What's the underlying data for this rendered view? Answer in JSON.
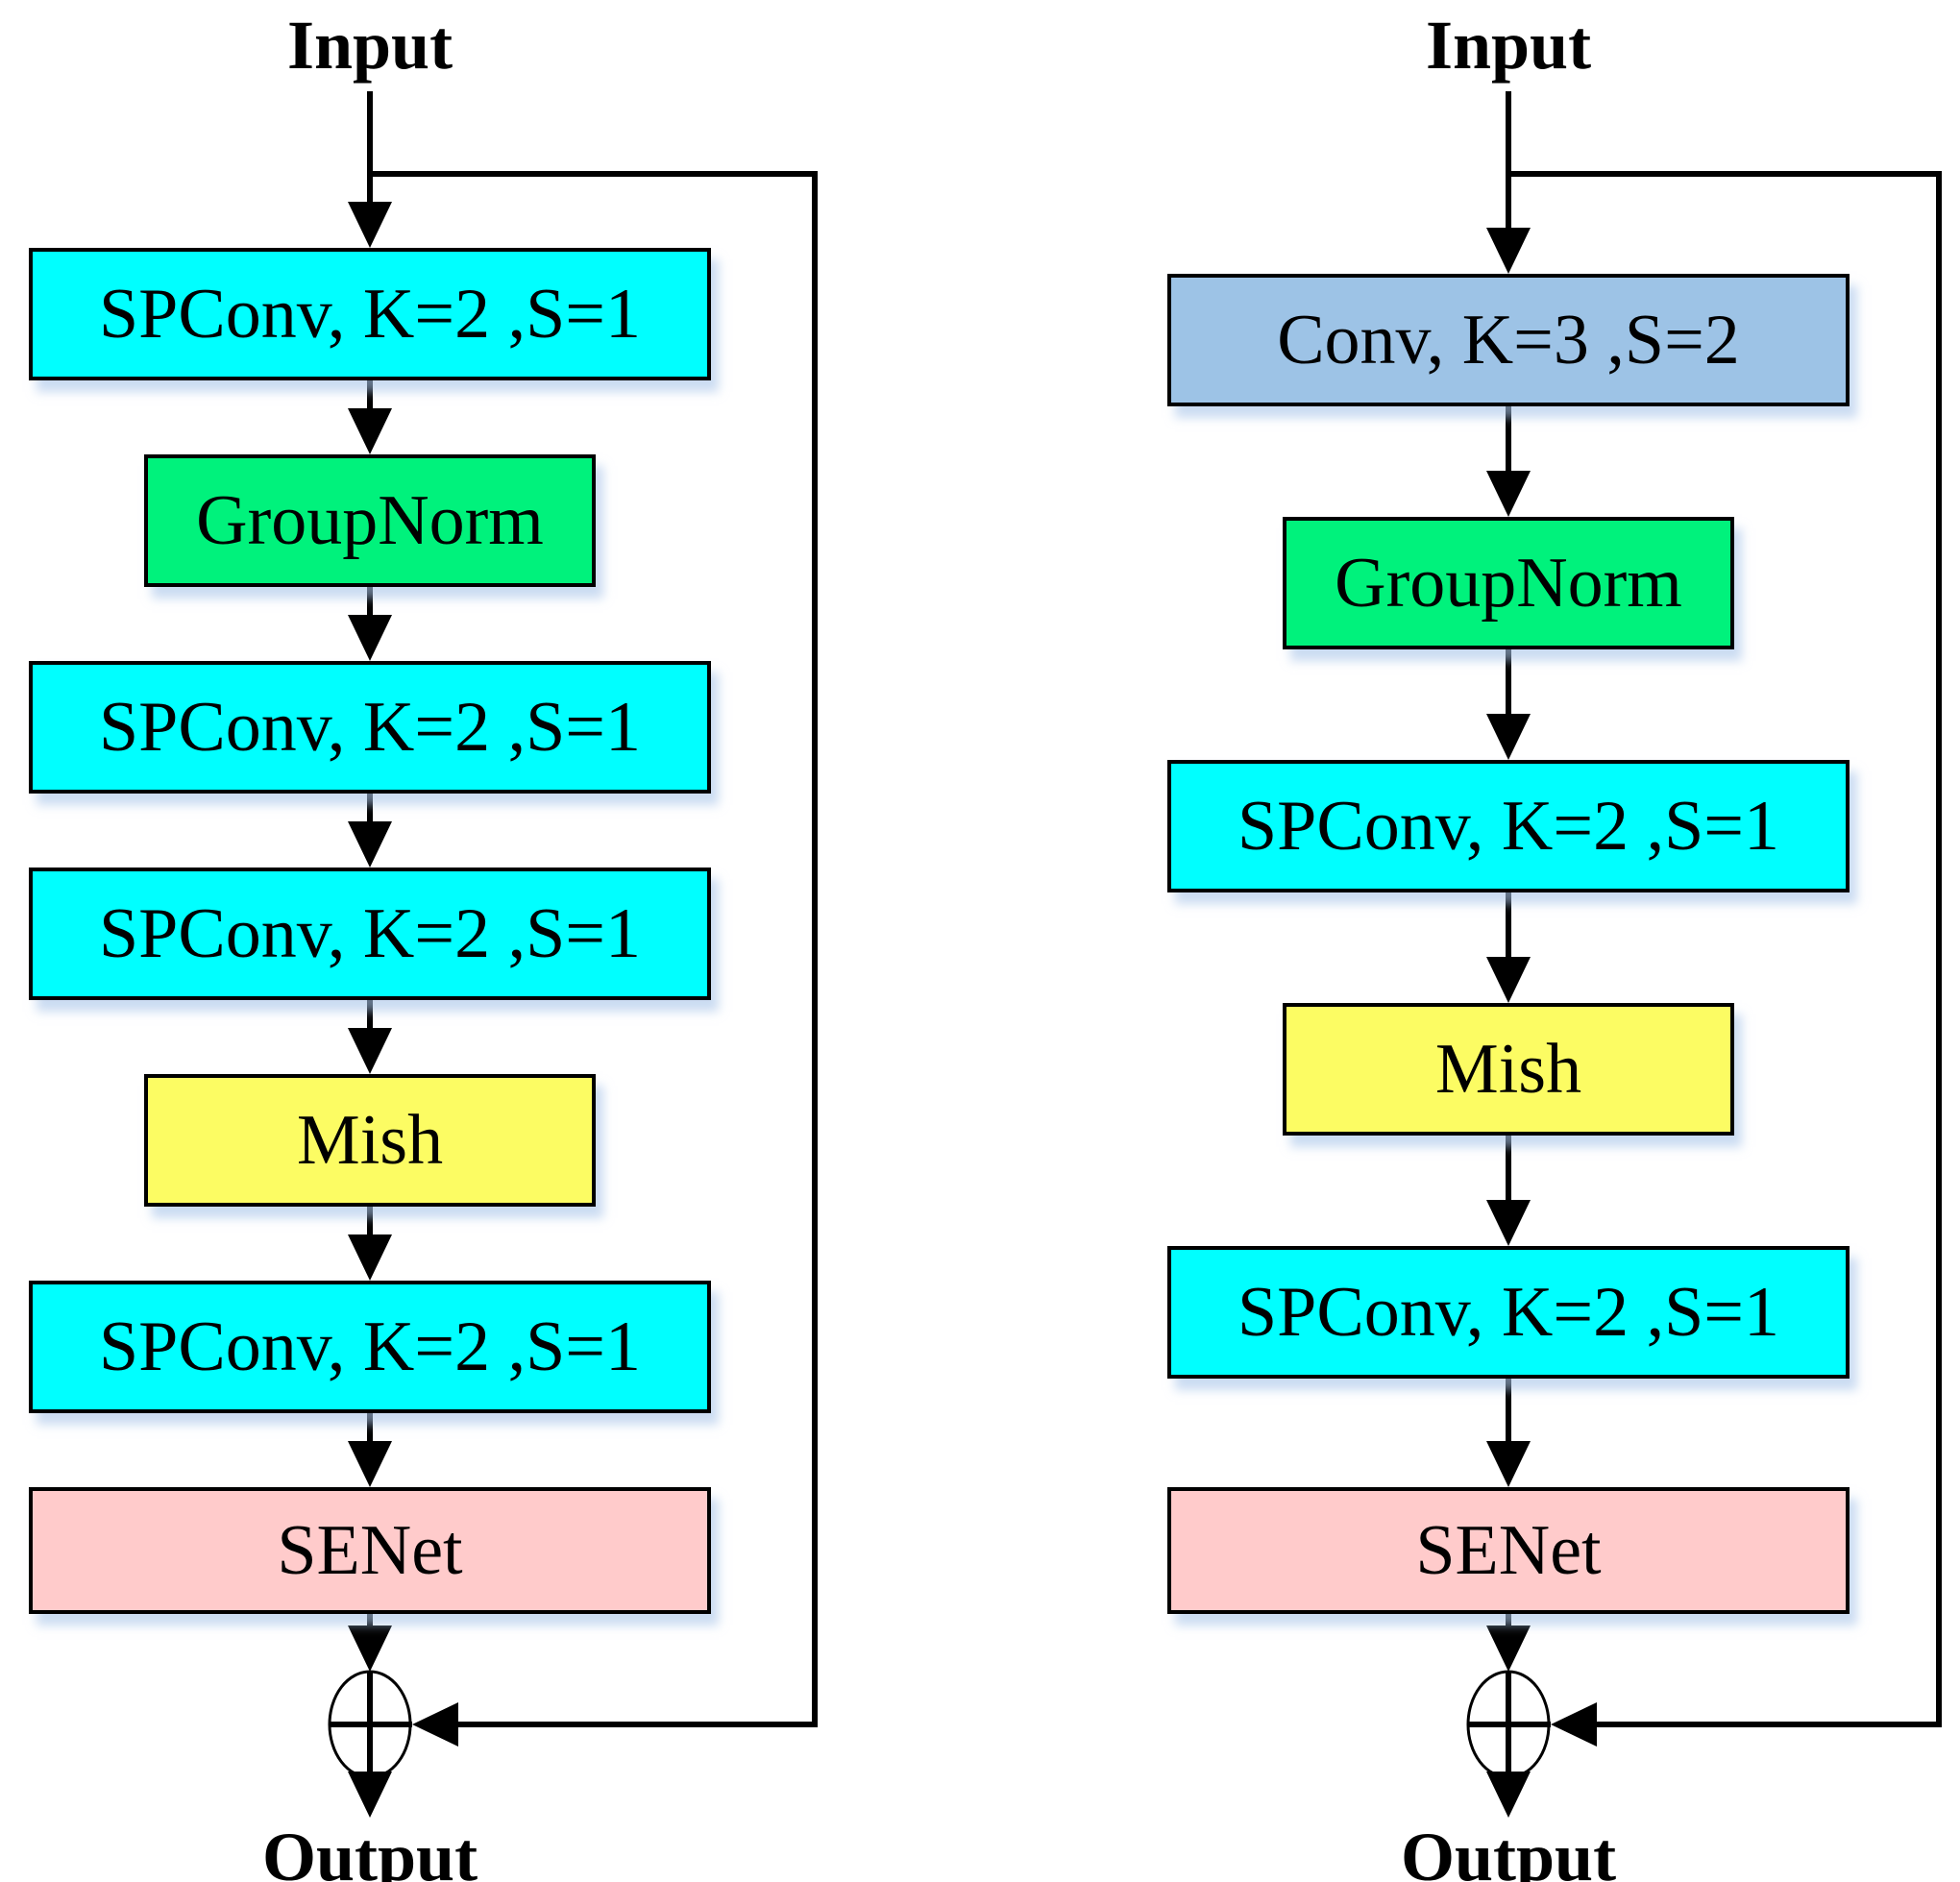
{
  "figure": {
    "type": "residual-block-flow-diagram",
    "line_color": "#000000",
    "panels": [
      {
        "input_label": "Input",
        "output_label": "Output",
        "merge_operator": "circle-plus",
        "blocks": [
          {
            "label": "SPConv, K=2 ,S=1",
            "color": "#00FFFF"
          },
          {
            "label": "GroupNorm",
            "color": "#00F27C"
          },
          {
            "label": "SPConv, K=2 ,S=1",
            "color": "#00FFFF"
          },
          {
            "label": "SPConv, K=2 ,S=1",
            "color": "#00FFFF"
          },
          {
            "label": "Mish",
            "color": "#FCFC63"
          },
          {
            "label": "SPConv, K=2 ,S=1",
            "color": "#00FFFF"
          },
          {
            "label": "SENet",
            "color": "#FFCBCB"
          }
        ]
      },
      {
        "input_label": "Input",
        "output_label": "Output",
        "merge_operator": "circle-plus",
        "blocks": [
          {
            "label": "Conv, K=3 ,S=2",
            "color": "#9DC3E6"
          },
          {
            "label": "GroupNorm",
            "color": "#00F27C"
          },
          {
            "label": "SPConv, K=2 ,S=1",
            "color": "#00FFFF"
          },
          {
            "label": "Mish",
            "color": "#FCFC63"
          },
          {
            "label": "SPConv, K=2 ,S=1",
            "color": "#00FFFF"
          },
          {
            "label": "SENet",
            "color": "#FFCBCB"
          }
        ]
      }
    ]
  }
}
